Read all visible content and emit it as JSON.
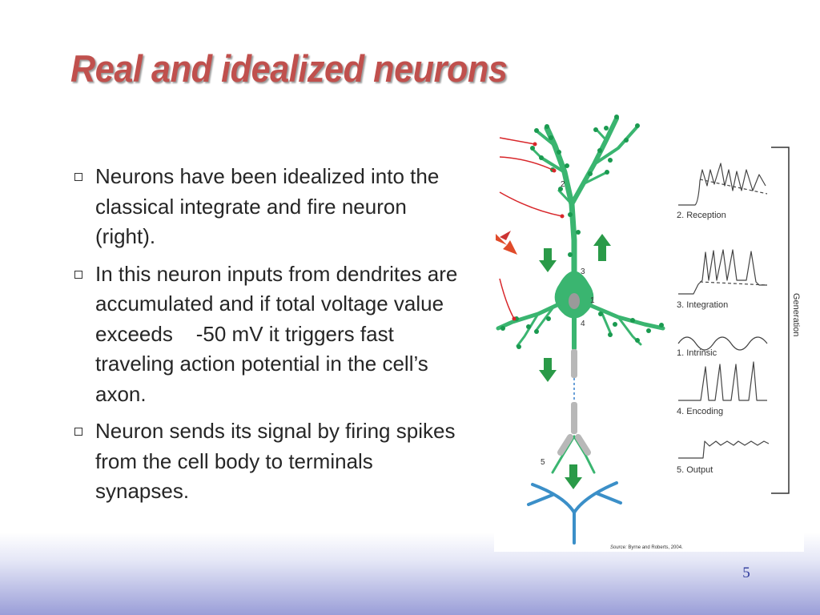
{
  "slide": {
    "title": "Real and idealized neurons",
    "page_number": "5",
    "bullets": [
      "Neurons have been idealized into the classical integrate and fire neuron (right).",
      "In this neuron inputs from dendrites are accumulated and if total voltage value exceeds    -50 mV it triggers fast traveling action potential in the cell’s axon.",
      "Neuron sends its signal by firing spikes from the cell body to terminals synapses."
    ]
  },
  "figure": {
    "region_labels": [
      "1",
      "2",
      "3",
      "4",
      "5"
    ],
    "trace_labels": [
      "2. Reception",
      "3. Integration",
      "1. Intrinsic",
      "4. Encoding",
      "5. Output"
    ],
    "bracket_label": "Generation",
    "source_label": "Source:",
    "source_text": " Byrne and Roberts, 2004.",
    "colors": {
      "neuron": "#3ab570",
      "synapse_dot": "#1a9a50",
      "axon_segment": "#b8b8b8",
      "input_axon": "#d8262a",
      "arrow_green": "#2a9a48",
      "arrow_red": "#e04b2a",
      "terminal": "#3b8fc8"
    }
  }
}
